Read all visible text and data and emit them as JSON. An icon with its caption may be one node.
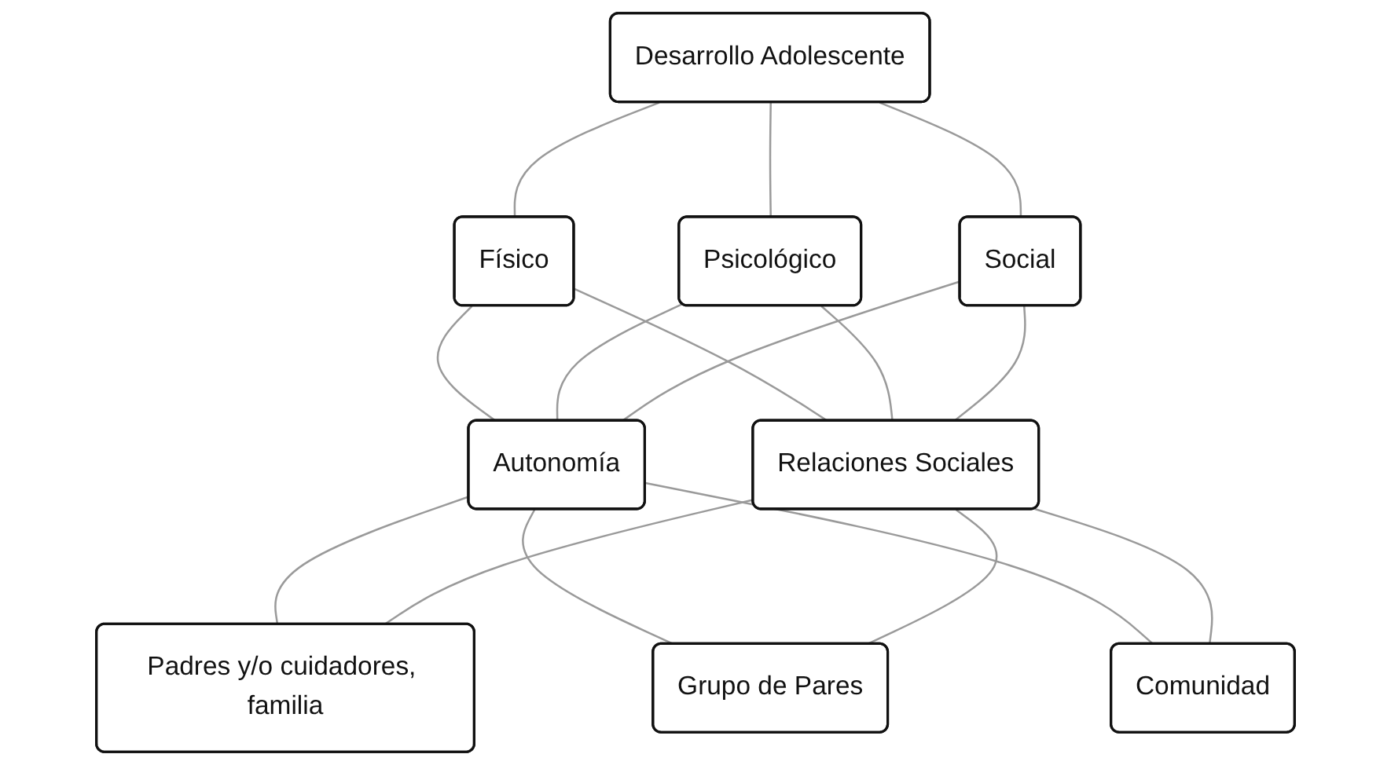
{
  "diagram": {
    "nodes": [
      {
        "text": [
          "Desarrollo Adolescente"
        ]
      },
      {
        "text": [
          "Físico"
        ]
      },
      {
        "text": [
          "Psicológico"
        ]
      },
      {
        "text": [
          "Social"
        ]
      },
      {
        "text": [
          "Autonomía"
        ]
      },
      {
        "text": [
          "Relaciones Sociales"
        ]
      },
      {
        "text": [
          "Padres y/o cuidadores, familia"
        ]
      },
      {
        "text": [
          "Grupo de Pares"
        ]
      },
      {
        "text": [
          "Comunidad"
        ]
      }
    ],
    "edges": [
      {
        "from": 0,
        "to": 1,
        "arrow": "none"
      },
      {
        "from": 0,
        "to": 2,
        "arrow": "none"
      },
      {
        "from": 0,
        "to": 3,
        "arrow": "none"
      },
      {
        "from": 1,
        "to": 4,
        "arrow": "none"
      },
      {
        "from": 1,
        "to": 5,
        "arrow": "none"
      },
      {
        "from": 2,
        "to": 4,
        "arrow": "none"
      },
      {
        "from": 2,
        "to": 5,
        "arrow": "none"
      },
      {
        "from": 3,
        "to": 4,
        "arrow": "none"
      },
      {
        "from": 3,
        "to": 5,
        "arrow": "none"
      },
      {
        "from": 4,
        "to": 6,
        "arrow": "none"
      },
      {
        "from": 4,
        "to": 7,
        "arrow": "none"
      },
      {
        "from": 4,
        "to": 8,
        "arrow": "none"
      },
      {
        "from": 5,
        "to": 6,
        "arrow": "none"
      },
      {
        "from": 5,
        "to": 7,
        "arrow": "none"
      },
      {
        "from": 5,
        "to": 8,
        "arrow": "none"
      }
    ]
  }
}
